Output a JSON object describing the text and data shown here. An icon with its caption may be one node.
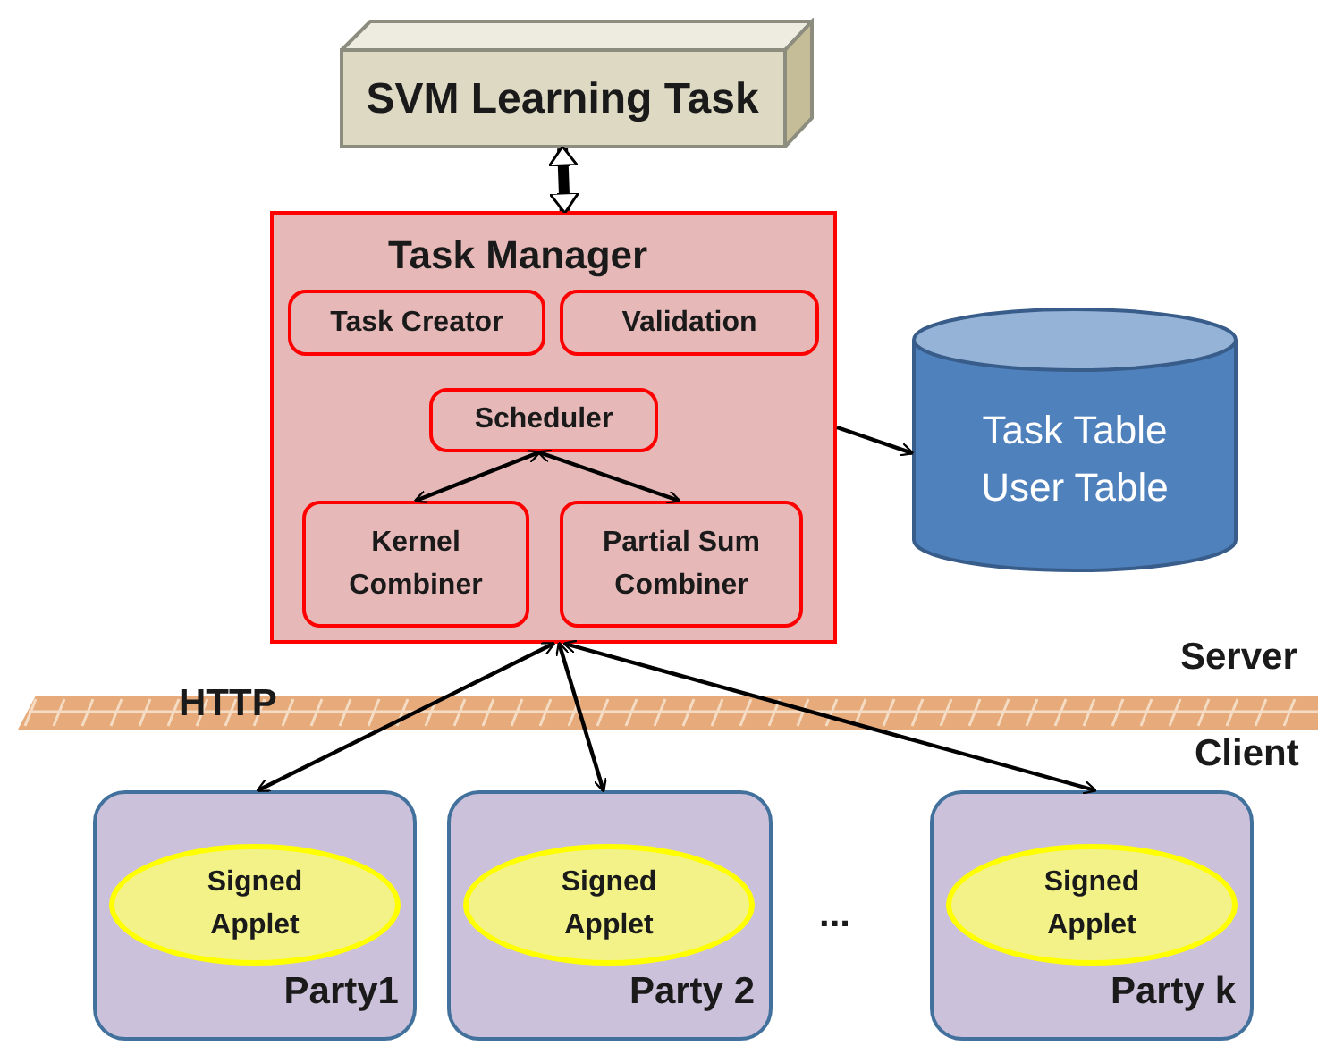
{
  "diagram": {
    "nodes": [
      {
        "text": [
          "SVM Learning Task"
        ]
      },
      {
        "text": [
          "Task Manager"
        ]
      },
      {
        "text": [
          "Task Creator"
        ],
        "in": 1
      },
      {
        "text": [
          "Validation"
        ],
        "in": 1
      },
      {
        "text": [
          "Scheduler"
        ],
        "in": 1
      },
      {
        "text": [
          "Kernel Combiner"
        ],
        "in": 1
      },
      {
        "text": [
          "Partial Sum Combiner"
        ],
        "in": 1
      },
      {
        "text": [
          "Task Table User Table"
        ]
      },
      {
        "text": [
          "Party1"
        ]
      },
      {
        "text": [
          "Signed Applet"
        ],
        "in": 8
      },
      {
        "text": [
          "Party 2"
        ]
      },
      {
        "text": [
          "Signed Applet"
        ],
        "in": 10
      },
      {
        "text": [
          "Party k"
        ]
      },
      {
        "text": [
          "Signed Applet"
        ],
        "in": 12
      }
    ],
    "edges": [
      {
        "from": 0,
        "to": 1,
        "arrow": "both",
        "style": "thick"
      },
      {
        "from": 4,
        "to": 5,
        "arrow": "both"
      },
      {
        "from": 4,
        "to": 6,
        "arrow": "both"
      },
      {
        "from": 1,
        "to": 7,
        "arrow": "to"
      },
      {
        "from": 1,
        "to": 8,
        "arrow": "both"
      },
      {
        "from": 1,
        "to": 10,
        "arrow": "both"
      },
      {
        "from": 1,
        "to": 12,
        "arrow": "both"
      }
    ],
    "labels": [
      "Server",
      "HTTP",
      "Client",
      "..."
    ]
  }
}
